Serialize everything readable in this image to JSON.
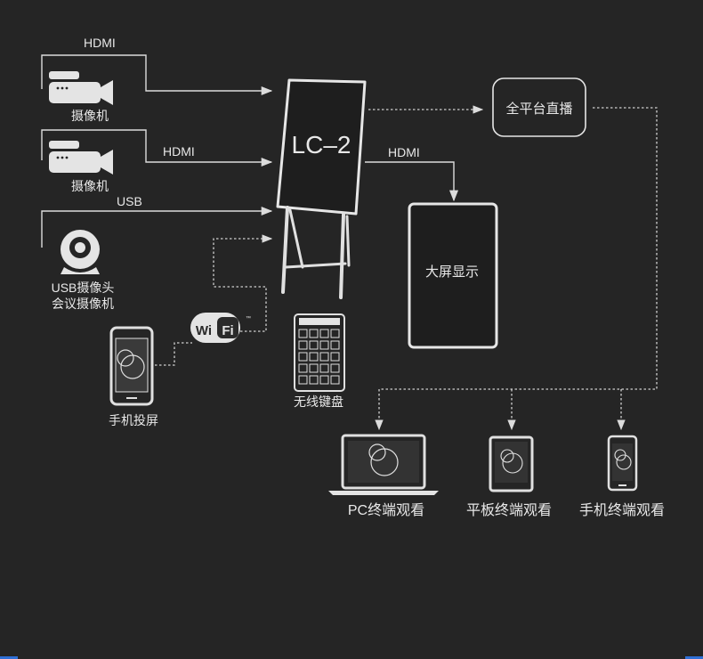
{
  "inputs": {
    "camera1": {
      "label": "摄像机",
      "link": "HDMI"
    },
    "camera2": {
      "label": "摄像机",
      "link": "HDMI"
    },
    "usb_camera": {
      "label_line1": "USB摄像头",
      "label_line2": "会议摄像机",
      "link": "USB"
    },
    "phone_cast": {
      "label": "手机投屏"
    },
    "wifi": {
      "label_wi": "Wi",
      "label_fi": "Fi",
      "tm": "™"
    },
    "keyboard": {
      "label": "无线键盘"
    }
  },
  "center_device": {
    "label": "LC–2"
  },
  "outputs": {
    "hdmi_link": "HDMI",
    "big_screen": {
      "label": "大屏显示"
    },
    "live": {
      "label": "全平台直播"
    },
    "pc": {
      "label": "PC终端观看"
    },
    "tablet": {
      "label": "平板终端观看"
    },
    "phone": {
      "label": "手机终端观看"
    }
  },
  "colors": {
    "background": "#252525",
    "line": "#dcdcdc",
    "accent_corner": "#2f6fd6"
  }
}
